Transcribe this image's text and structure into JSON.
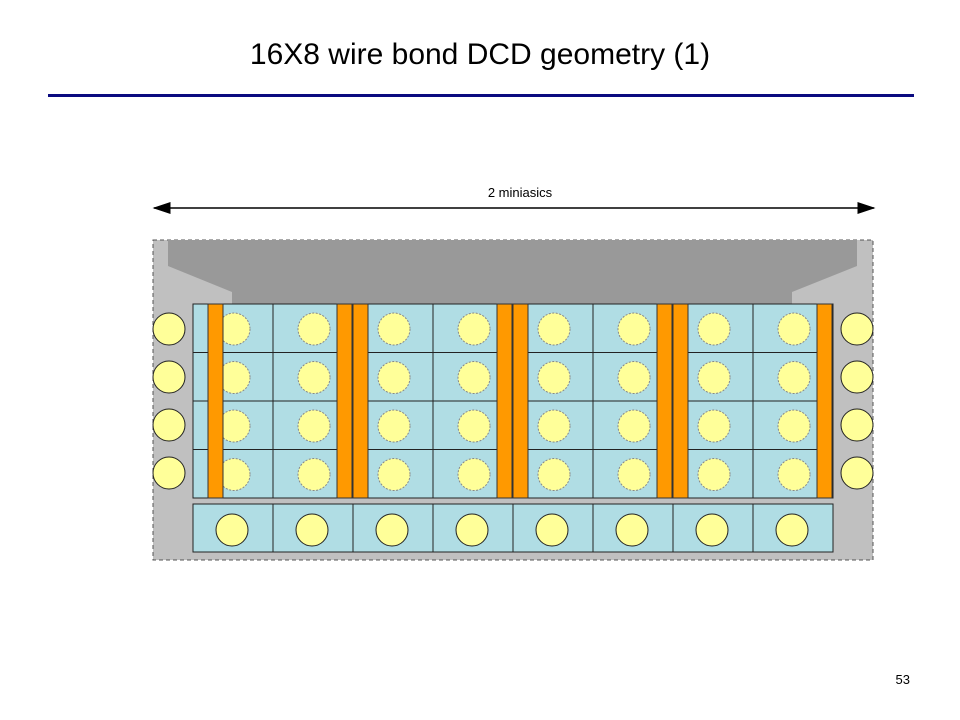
{
  "slide": {
    "title": "16X8 wire bond DCD geometry (1)",
    "dimension_label": "2 miniasics",
    "page_number": "53"
  },
  "geometry": {
    "pixel_columns": 8,
    "pixel_rows": 4,
    "bottom_row_cells": 8,
    "side_pads_per_side": 4
  },
  "colors": {
    "title_rule": "#0a0a80",
    "outline_background": "#c0c0c0",
    "chip_body": "#999999",
    "cell_fill": "#b0dde4",
    "bond_pad_fill": "#ffff99",
    "bump_stripe": "#ff9900"
  }
}
